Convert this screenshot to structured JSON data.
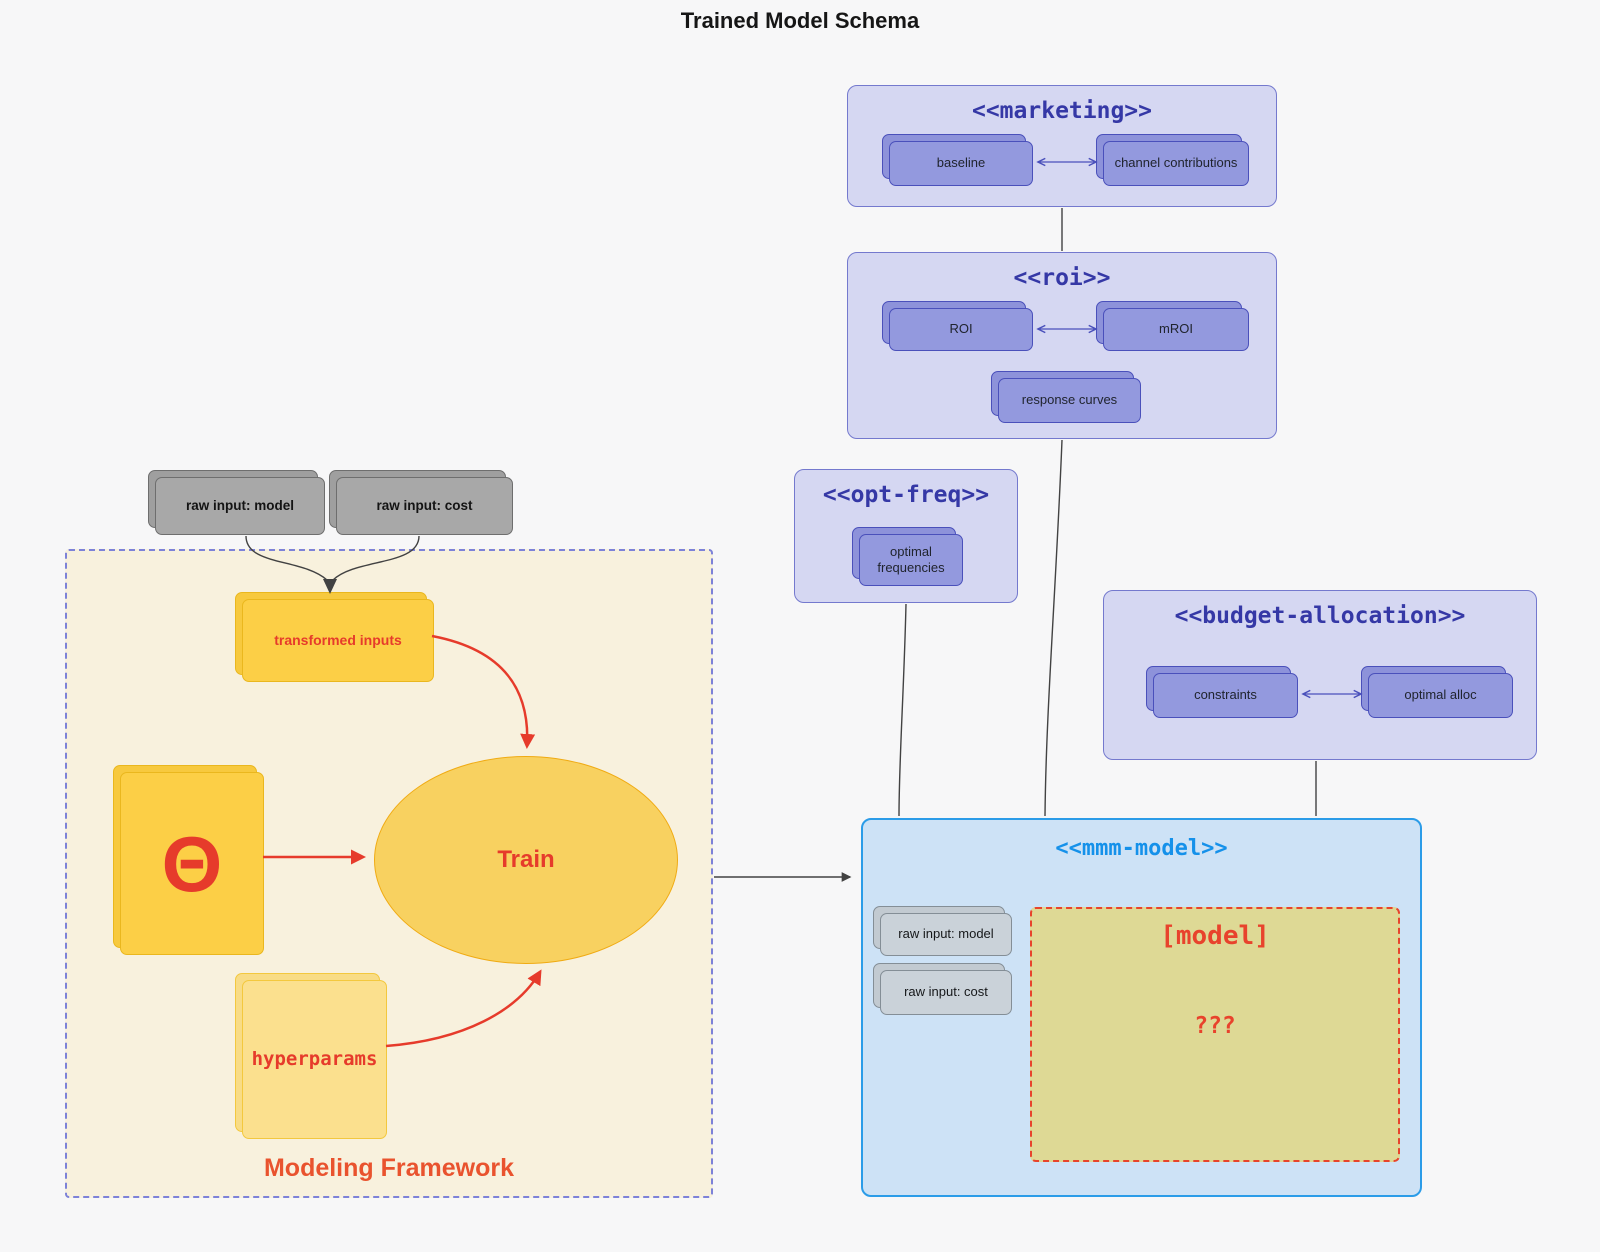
{
  "title": "Trained Model Schema",
  "colors": {
    "purple_container": "#d5d7f2",
    "purple_node": "#9399de",
    "purple_border": "#4a50bb",
    "purple_title": "#3538a6",
    "blue_container": "#cde2f6",
    "blue_border": "#2b9ce8",
    "blue_title": "#1591ea",
    "yellow_node": "#fccf46",
    "khaki_fill": "#ded995",
    "red_accent": "#e63b2b",
    "cream_container": "#f8f1dd",
    "gray_node": "#a8a8a8"
  },
  "marketing": {
    "title": "<<marketing>>",
    "baseline": "baseline",
    "channel_contributions": "channel contributions"
  },
  "roi": {
    "title": "<<roi>>",
    "roi": "ROI",
    "mroi": "mROI",
    "response_curves": "response curves"
  },
  "opt_freq": {
    "title": "<<opt-freq>>",
    "optimal_frequencies": "optimal frequencies"
  },
  "budget_allocation": {
    "title": "<<budget-allocation>>",
    "constraints": "constraints",
    "optimal_alloc": "optimal alloc"
  },
  "mmm_model": {
    "title": "<<mmm-model>>",
    "raw_input_model": "raw input: model",
    "raw_input_cost": "raw input: cost",
    "model_placeholder": "[model]",
    "unknown": "???"
  },
  "modeling_framework": {
    "label": "Modeling Framework",
    "raw_input_model": "raw input: model",
    "raw_input_cost": "raw input: cost",
    "transformed_inputs": "transformed inputs",
    "theta": "Θ",
    "train": "Train",
    "hyperparams": "hyperparams"
  }
}
